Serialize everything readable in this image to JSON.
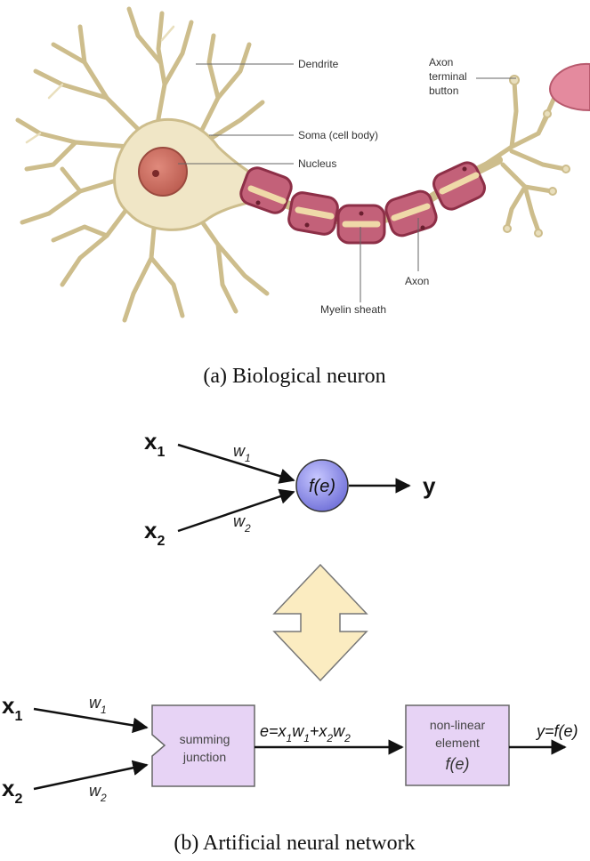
{
  "panel_a": {
    "caption": "(a) Biological neuron",
    "labels": {
      "dendrite": "Dendrite",
      "soma": "Soma (cell body)",
      "nucleus": "Nucleus",
      "axon_terminal_1": "Axon",
      "axon_terminal_2": "terminal",
      "axon_terminal_3": "button",
      "axon": "Axon",
      "myelin": "Myelin sheath"
    }
  },
  "panel_b": {
    "caption": "(b) Artificial neural network",
    "top": {
      "x": "x",
      "x1_sub": "1",
      "x2_sub": "2",
      "w": "w",
      "w1_sub": "1",
      "w2_sub": "2",
      "node": "f(e)",
      "output": "y"
    },
    "bottom": {
      "summing_1": "summing",
      "summing_2": "junction",
      "eq_e": "e=x",
      "eq_s1": "1",
      "eq_w": "w",
      "eq_plus": "+x",
      "nonlinear_1": "non-linear",
      "nonlinear_2": "element",
      "nonlinear_fe": "f(e)",
      "output": "y=f(e)"
    }
  },
  "colors": {
    "cell_body": "#f0e6c6",
    "dendrite": "#cdbd8c",
    "nucleus": "#c9685a",
    "myelin": "#b4475c",
    "neuron_node": "#8f8ff0",
    "box_fill": "#e7d3f5",
    "arrow_fill": "#fbecc1"
  }
}
